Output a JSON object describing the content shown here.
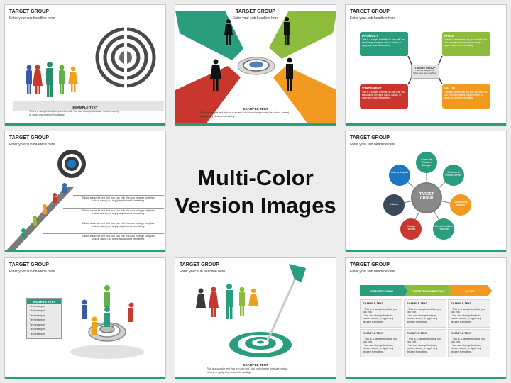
{
  "center_label": {
    "line1": "Multi-Color",
    "line2": "Version Images"
  },
  "slides": {
    "s1": {
      "title": "TARGET GROUP",
      "sub": "Enter your sub headline here",
      "ex": "EXAMPLE TEXT",
      "body1": "This is a sample text that you can edit. You can change font(size, colour, name),",
      "body2": "or apply any desired formatting."
    },
    "s2": {
      "title": "TARGET GROUP",
      "sub": "Enter your sub headline here",
      "ex": "EXAMPLE TEXT",
      "body1": "This is a sample text that you can edit. You can change font(size, colour, name),",
      "body2": "or apply any desired formatting."
    },
    "s3": {
      "title": "TARGET GROUP",
      "sub": "Enter your sub headline here",
      "boxes": [
        {
          "head": "PRODUCT",
          "body": "This is a sample text that you can edit. You can change font(size, colour, name), or apply any desired formatting."
        },
        {
          "head": "PRICE",
          "body": "This is a sample text that you can edit. You can change font(size, colour, name), or apply any desired formatting."
        },
        {
          "head": "STATEMENT",
          "body": "This is a sample text that you can edit. You can change font(size, colour, name), or apply any desired formatting."
        },
        {
          "head": "VALUE",
          "body": "This is a sample text that you can edit. You can change font(size, colour, name), or apply any desired formatting."
        }
      ],
      "center_head": "TARGET GROUP",
      "center_body": "This is a sample text. Write your own text here."
    },
    "s4": {
      "title": "TARGET GROUP",
      "sub": "Enter your sub headline here",
      "rows": [
        "This is a sample text that you can edit. You can change font(size, colour, name), or apply any desired formatting.",
        "This is a sample text that you can edit. You can change font(size, colour, name), or apply any desired formatting.",
        "This is a sample text that you can edit. You can change font(size, colour, name), or apply any desired formatting.",
        "This is a sample text that you can edit. You can change font(size, colour, name), or apply any desired formatting."
      ]
    },
    "s5": {
      "title": "TARGET GROUP",
      "sub": "Enter your sub headline here",
      "hub": "TARGET GROUP",
      "nodes": [
        "Community Relations Manager",
        "Corporate & Product Director",
        "Manufacturing Manager",
        "Internal Relations Personnel",
        "Strategic Planners",
        "Retailers",
        "Industry Analysts"
      ]
    },
    "s6": {
      "title": "TARGET GROUP",
      "sub": "Enter your sub headline here",
      "box_head": "EXAMPLE TEXT",
      "items": [
        "Text example",
        "Text example",
        "Text example",
        "Text example",
        "Text example",
        "Text example",
        "Text example"
      ]
    },
    "s7": {
      "title": "TARGET GROUP",
      "sub": "Enter your sub headline here",
      "ex": "EXAMPLE TEXT",
      "body1": "This is a sample text that you can edit. You can change font(size, colour,",
      "body2": "name), or apply any desired formatting."
    },
    "s8": {
      "title": "TARGET GROUP",
      "sub": "Enter your sub headline here",
      "steps": [
        "IDENTIFICATION",
        "TARGETED MARKETING",
        "SALES"
      ],
      "cell_head": "EXAMPLE TEXT",
      "b1": "This is a sample text that you can edit.",
      "b2": "You can change font(size, colour, name), or apply any desired formatting."
    }
  },
  "colors": {
    "teal": "#2a9d7f",
    "red": "#c8362e",
    "green": "#8dbb3c",
    "orange": "#f19a1f",
    "blue": "#1c79c0",
    "gray": "#8a8a8a"
  }
}
